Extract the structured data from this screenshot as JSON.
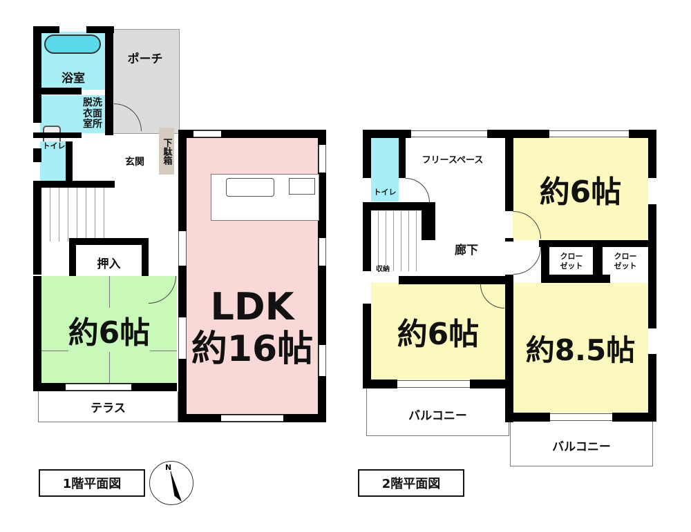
{
  "floor1": {
    "title": "1階平面図",
    "rooms": {
      "bath": "浴室",
      "porch": "ポーチ",
      "dressing": "脱洗\n衣面\n室所",
      "toilet": "トイレ",
      "entrance": "玄関",
      "shoebox": "下駄箱",
      "closet": "押入",
      "ldk_name": "LDK",
      "ldk_size": "約16帖",
      "washitsu": "約6帖",
      "terrace": "テラス"
    }
  },
  "floor2": {
    "title": "2階平面図",
    "rooms": {
      "toilet": "トイレ",
      "free_space": "フリースペース",
      "hallway": "廊下",
      "storage": "収納",
      "room_ne": "約6帖",
      "closet1": "クロー\nゼット",
      "closet2": "クロー\nゼット",
      "room_sw": "約6帖",
      "room_se": "約8.5帖",
      "balcony1": "バルコニー",
      "balcony2": "バルコニー"
    }
  },
  "compass": {
    "north": "N"
  },
  "colors": {
    "tatami": "#c9f9b9",
    "ldk": "#f9d8d8",
    "western": "#fbf9bd",
    "water": "#a8eef6",
    "porch": "#dcdcdc",
    "shoebox": "#d6cbbf"
  }
}
